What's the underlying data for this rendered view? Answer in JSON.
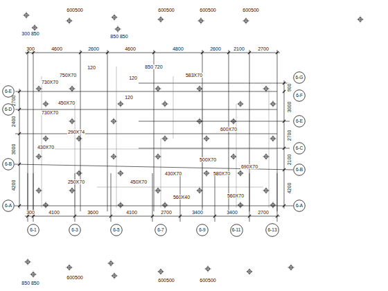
{
  "diagram": {
    "nodes": [
      {
        "text": [
          "6-E"
        ]
      },
      {
        "text": [
          "6-D"
        ]
      },
      {
        "text": [
          "6-B"
        ]
      },
      {
        "text": [
          "6-A"
        ]
      },
      {
        "text": [
          "6-G"
        ]
      },
      {
        "text": [
          "6-F"
        ]
      },
      {
        "text": [
          "6-E"
        ]
      },
      {
        "text": [
          "6-C"
        ]
      },
      {
        "text": [
          "6-B"
        ]
      },
      {
        "text": [
          "6-A"
        ]
      },
      {
        "text": [
          "6-1"
        ]
      },
      {
        "text": [
          "6-3"
        ]
      },
      {
        "text": [
          "6-5"
        ]
      },
      {
        "text": [
          "6-7"
        ]
      },
      {
        "text": [
          "6-9"
        ]
      },
      {
        "text": [
          "6-11"
        ]
      },
      {
        "text": [
          "6-13"
        ]
      }
    ],
    "edges": [
      {
        "from": 2,
        "to": 8,
        "arrow": "none"
      },
      {
        "from": 3,
        "to": 9,
        "arrow": "none"
      }
    ],
    "labels": [
      "300",
      "4600",
      "2600",
      "4600",
      "4800",
      "2600",
      "2100",
      "2700",
      "300",
      "4100",
      "3600",
      "4100",
      "2700",
      "3400",
      "3400",
      "2700",
      "2700",
      "2400",
      "3000",
      "4200",
      "900",
      "3000",
      "2700",
      "2100",
      "4200",
      "300 850",
      "600500",
      "850 850",
      "600500",
      "600500",
      "600500",
      "850 850",
      "600500",
      "600500",
      "600500",
      "850 720",
      "120",
      "750X70",
      "730X70",
      "120",
      "450X70",
      "730X70",
      "430X70",
      "290X74",
      "583X70",
      "600X70",
      "500X70",
      "430X70",
      "560X40",
      "580X70",
      "690X70",
      "560X70",
      "250X70",
      "450X70",
      "120"
    ]
  }
}
